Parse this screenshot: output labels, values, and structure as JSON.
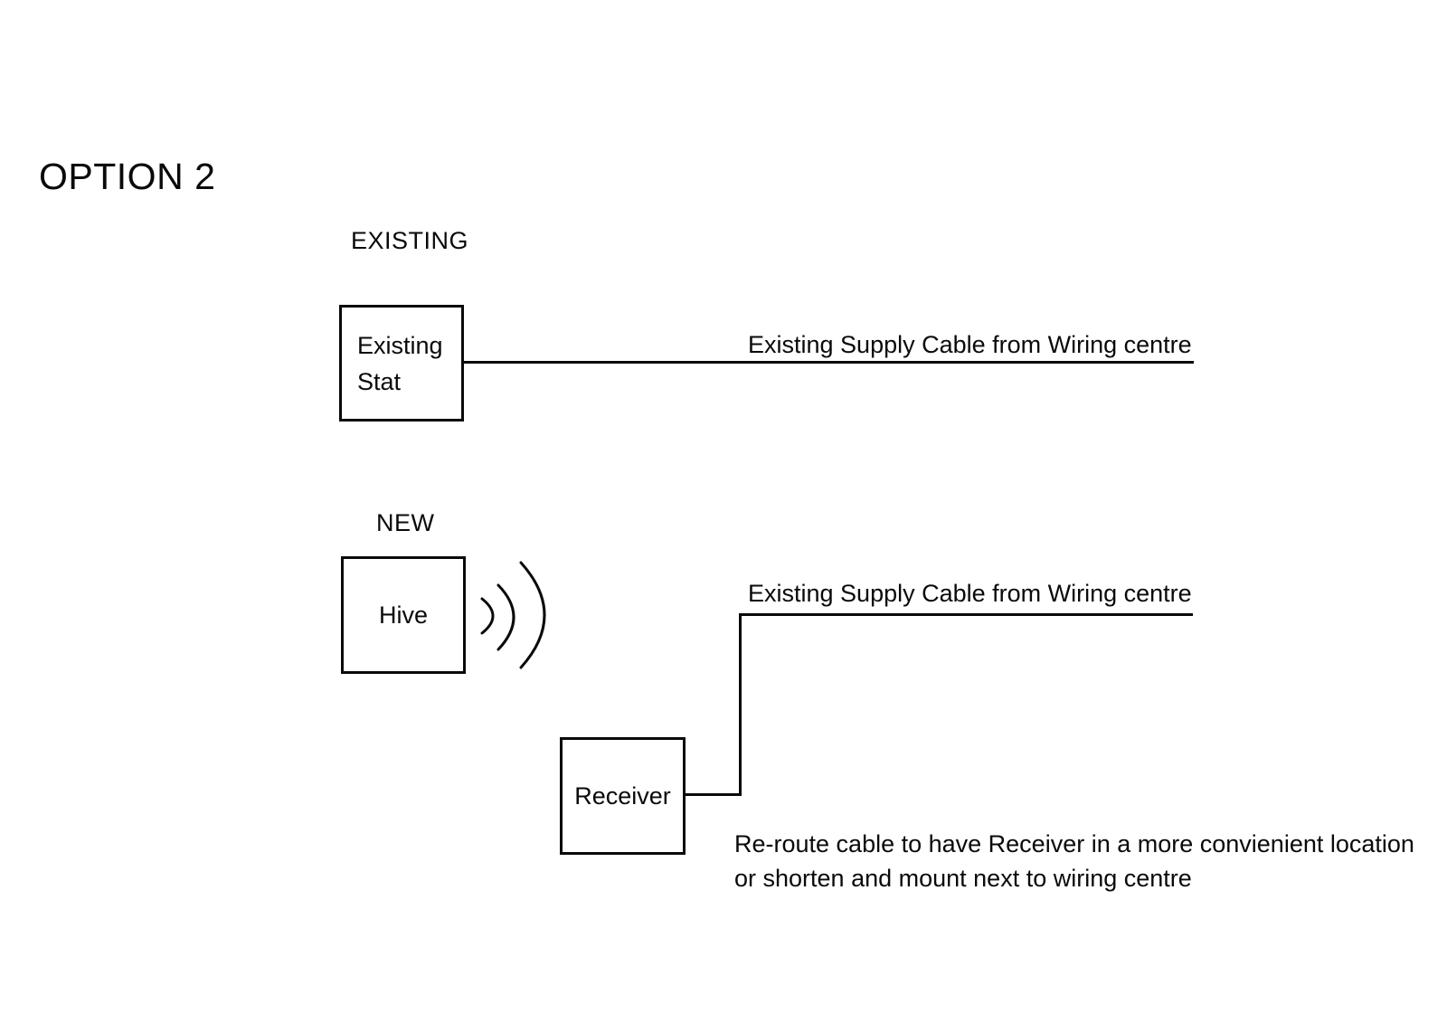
{
  "page": {
    "title": "OPTION 2"
  },
  "colors": {
    "ink": "#0a0a0a",
    "background": "#ffffff"
  },
  "existing_section": {
    "heading": "EXISTING",
    "stat_box": {
      "line1": "Existing",
      "line2": "Stat"
    },
    "cable_label": "Existing Supply Cable from Wiring centre"
  },
  "new_section": {
    "heading": "NEW",
    "hive_box": {
      "label": "Hive"
    },
    "receiver_box": {
      "label": "Receiver"
    },
    "cable_label": "Existing Supply Cable from Wiring centre",
    "note": {
      "line1": "Re-route cable to have Receiver in a more convienient location",
      "line2": "or shorten and mount next to wiring centre"
    }
  },
  "icons": {
    "wireless_signal": "wireless-signal-arcs"
  }
}
